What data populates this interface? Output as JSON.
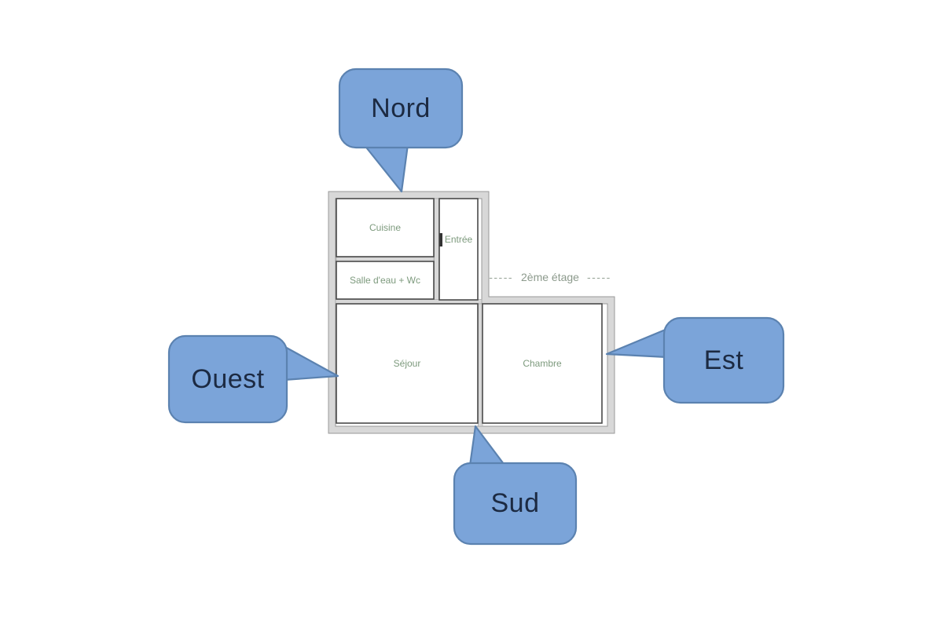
{
  "compass": {
    "north": "Nord",
    "west": "Ouest",
    "east": "Est",
    "south": "Sud"
  },
  "floor_plan": {
    "rooms": [
      {
        "id": "cuisine",
        "label": "Cuisine"
      },
      {
        "id": "salle-eau-wc",
        "label": "Salle d'eau + Wc"
      },
      {
        "id": "entree",
        "label": "Entrée"
      },
      {
        "id": "sejour",
        "label": "Séjour"
      },
      {
        "id": "chambre",
        "label": "Chambre"
      }
    ],
    "floor_label": "2ème étage",
    "floor_label_dashes": "-----"
  },
  "colors": {
    "bubble_fill": "#7BA4D9",
    "bubble_border": "#5b82b0",
    "bubble_text": "#1c2a42",
    "wall_fill": "#d8d8d8",
    "wall_edge": "#999999",
    "room_border": "#4a4a4a",
    "room_label_text": "#7d9a7d",
    "floor_label_text": "#8c9a8c"
  }
}
